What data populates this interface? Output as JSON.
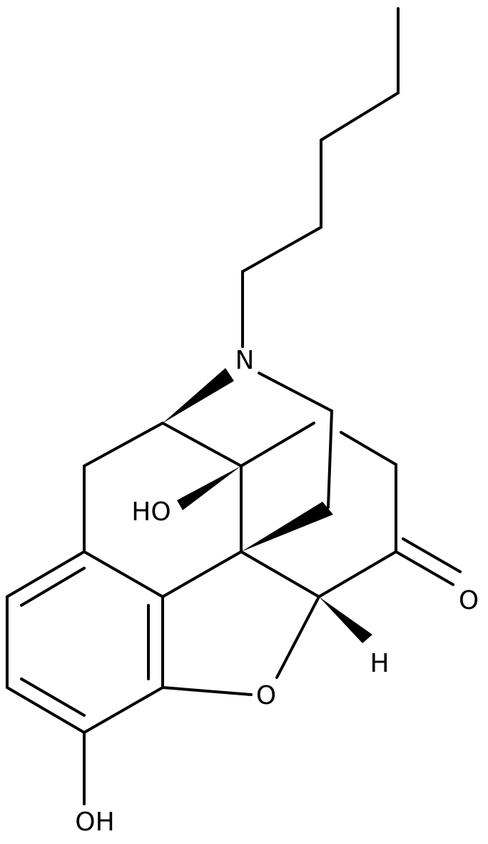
{
  "atoms": {
    "n": "N",
    "o_ring": "O",
    "o_carbonyl": "O",
    "h_stereo": "H",
    "oh_tertiary": "HO",
    "oh_phenol": "OH"
  },
  "colors": {
    "bond": "#000000",
    "background": "#ffffff"
  }
}
